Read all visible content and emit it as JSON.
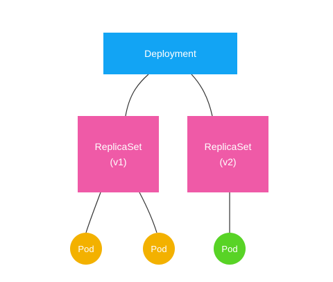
{
  "diagram": {
    "deployment": {
      "label": "Deployment",
      "color": "#12a4f4"
    },
    "replicasets": [
      {
        "line1": "ReplicaSet",
        "line2": "(v1)",
        "color": "#ef5aa7"
      },
      {
        "line1": "ReplicaSet",
        "line2": "(v2)",
        "color": "#ef5aa7"
      }
    ],
    "pods": [
      {
        "label": "Pod",
        "color": "#f3b100"
      },
      {
        "label": "Pod",
        "color": "#f3b100"
      },
      {
        "label": "Pod",
        "color": "#58d326"
      }
    ],
    "edge_color": "#333333"
  }
}
